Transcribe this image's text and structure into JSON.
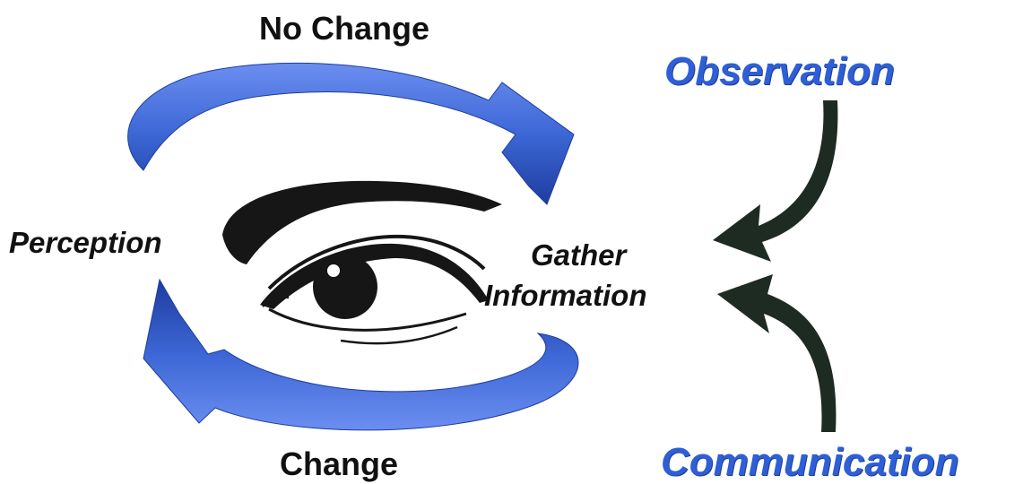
{
  "labels": {
    "no_change": "No Change",
    "change": "Change",
    "perception": "Perception",
    "gather_line1": "Gather",
    "gather_line2": "Information",
    "observation": "Observation",
    "communication": "Communication"
  },
  "colors": {
    "cycle_arrow": "#3d67d6",
    "cycle_arrow_dark": "#1e3d9e",
    "input_arrow": "#1e2b22",
    "eye_ink": "#161616",
    "label_blue": "#2f5fd6",
    "label_black": "#111111"
  },
  "icons": {
    "eye": "eye-icon",
    "cycle_top": "curved-arrow-right-icon",
    "cycle_bottom": "curved-arrow-left-icon",
    "observation_input": "curved-arrow-down-left-icon",
    "communication_input": "curved-arrow-up-left-icon"
  }
}
